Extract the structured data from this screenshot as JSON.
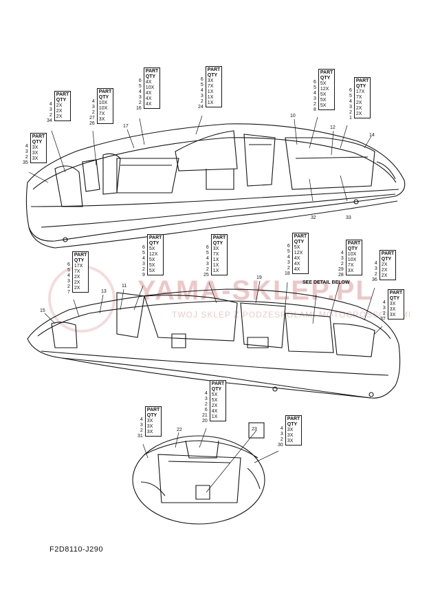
{
  "diagram_code": "F2D8110-J290",
  "watermark": {
    "main": "YAMA-SKLEP.PL",
    "sub": "TWOJ SKLEP Z PODZESPOLAMI MOTOCROSSOWYMI"
  },
  "detail_note": [
    "SEE DETAIL",
    "BELOW"
  ],
  "callout_23": "23",
  "tables": [
    {
      "id": "t34",
      "nums": [
        "4",
        "3",
        "2",
        "34"
      ],
      "qtys": [
        "2X",
        "2X",
        "2X"
      ]
    },
    {
      "id": "t35",
      "nums": [
        "4",
        "3",
        "2",
        "35"
      ],
      "qtys": [
        "3X",
        "3X",
        "3X"
      ]
    },
    {
      "id": "t26",
      "nums": [
        "4",
        "3",
        "2",
        "27",
        "26"
      ],
      "qtys": [
        "10X",
        "10X",
        "7X",
        "3X"
      ]
    },
    {
      "id": "t16",
      "nums": [
        "6",
        "5",
        "4",
        "3",
        "2",
        "16"
      ],
      "qtys": [
        "4X",
        "10X",
        "4X",
        "4X",
        "4X"
      ]
    },
    {
      "id": "t24",
      "nums": [
        "6",
        "5",
        "4",
        "3",
        "2",
        "24"
      ],
      "qtys": [
        "3X",
        "7X",
        "1X",
        "1X",
        "1X"
      ]
    },
    {
      "id": "t8",
      "nums": [
        "6",
        "5",
        "4",
        "3",
        "2",
        "8"
      ],
      "qtys": [
        "5X",
        "12X",
        "5X",
        "5X",
        "5X"
      ]
    },
    {
      "id": "t1",
      "nums": [
        "6",
        "5",
        "4",
        "3",
        "2",
        "1"
      ],
      "qtys": [
        "17X",
        "7X",
        "2X",
        "2X",
        "2X"
      ]
    },
    {
      "id": "t7",
      "nums": [
        "6",
        "5",
        "4",
        "3",
        "2",
        "7"
      ],
      "qtys": [
        "17X",
        "7X",
        "2X",
        "2X",
        "2X"
      ]
    },
    {
      "id": "t9",
      "nums": [
        "6",
        "5",
        "4",
        "3",
        "2",
        "9"
      ],
      "qtys": [
        "5X",
        "12X",
        "5X",
        "5X",
        "5X"
      ]
    },
    {
      "id": "t25",
      "nums": [
        "6",
        "5",
        "4",
        "3",
        "2",
        "25"
      ],
      "qtys": [
        "3X",
        "7X",
        "1X",
        "1X",
        "1X"
      ]
    },
    {
      "id": "t18",
      "nums": [
        "6",
        "5",
        "4",
        "3",
        "2",
        "18"
      ],
      "qtys": [
        "5X",
        "12X",
        "4X",
        "4X",
        "4X"
      ]
    },
    {
      "id": "t28",
      "nums": [
        "4",
        "3",
        "2",
        "29",
        "28"
      ],
      "qtys": [
        "10X",
        "10X",
        "7X",
        "3X"
      ]
    },
    {
      "id": "t36",
      "nums": [
        "4",
        "3",
        "2",
        "36"
      ],
      "qtys": [
        "2X",
        "2X",
        "2X"
      ]
    },
    {
      "id": "t37",
      "nums": [
        "4",
        "3",
        "2",
        "37"
      ],
      "qtys": [
        "3X",
        "3X",
        "3X"
      ]
    },
    {
      "id": "t21",
      "nums": [
        "4",
        "3",
        "2",
        "6",
        "21",
        "20"
      ],
      "qtys": [
        "5X",
        "5X",
        "2X",
        "4X",
        "1X"
      ]
    },
    {
      "id": "t31",
      "nums": [
        "4",
        "3",
        "2",
        "31"
      ],
      "qtys": [
        "3X",
        "3X",
        "3X"
      ]
    },
    {
      "id": "t30",
      "nums": [
        "4",
        "3",
        "2",
        "30"
      ],
      "qtys": [
        "3X",
        "3X",
        "3X"
      ]
    }
  ],
  "table_header": {
    "part": "PART",
    "qty": "QTY"
  },
  "refs": [
    {
      "id": "r10",
      "label": "10"
    },
    {
      "id": "r12",
      "label": "12"
    },
    {
      "id": "r14",
      "label": "14"
    },
    {
      "id": "r17",
      "label": "17"
    },
    {
      "id": "r32",
      "label": "32"
    },
    {
      "id": "r33",
      "label": "33"
    },
    {
      "id": "r11",
      "label": "11"
    },
    {
      "id": "r13",
      "label": "13"
    },
    {
      "id": "r15",
      "label": "15"
    },
    {
      "id": "r19",
      "label": "19"
    },
    {
      "id": "r22",
      "label": "22"
    }
  ]
}
